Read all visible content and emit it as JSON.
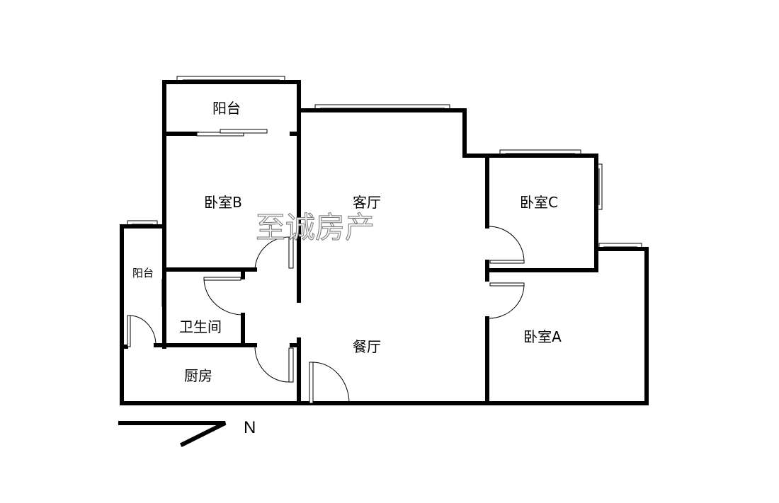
{
  "rooms": {
    "balcony_top": "阳台",
    "bedroom_b": "卧室B",
    "living_room": "客厅",
    "bedroom_c": "卧室C",
    "balcony_left": "阳台",
    "bathroom": "卫生间",
    "dining_room": "餐厅",
    "kitchen": "厨房",
    "bedroom_a": "卧室A"
  },
  "watermark": "至诚房产",
  "compass": {
    "label": "N"
  }
}
